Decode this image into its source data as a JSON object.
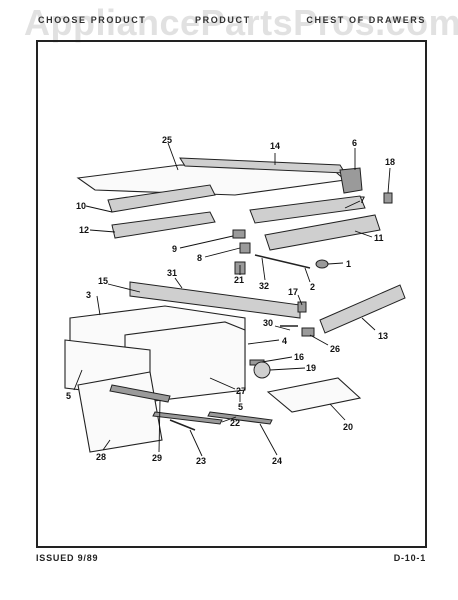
{
  "header": {
    "left_text": "CHOOSE PRODUCT",
    "mid_text": "PRODUCT",
    "right_text": "CHEST OF DRAWERS",
    "watermark": "AppliancePartsPros.com"
  },
  "footer": {
    "issued": "ISSUED 9/89",
    "page_code": "D-10-1"
  },
  "callouts": [
    "25",
    "14",
    "6",
    "18",
    "10",
    "7",
    "12",
    "11",
    "9",
    "8",
    "21",
    "32",
    "2",
    "1",
    "31",
    "15",
    "3",
    "17",
    "30",
    "26",
    "13",
    "4",
    "16",
    "19",
    "27",
    "5",
    "28",
    "29",
    "23",
    "22",
    "24",
    "20"
  ]
}
